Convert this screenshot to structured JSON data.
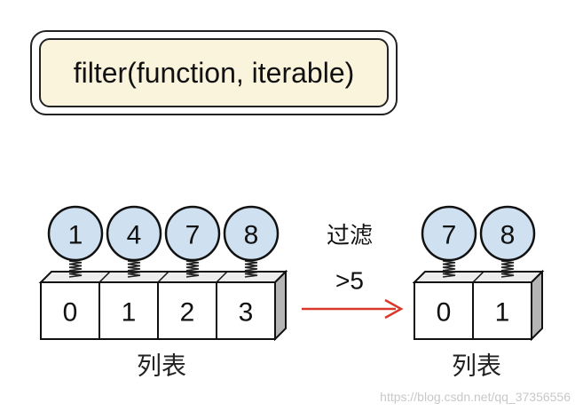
{
  "title": "filter(function, iterable)",
  "left_list": {
    "values": [
      "1",
      "4",
      "7",
      "8"
    ],
    "indices": [
      "0",
      "1",
      "2",
      "3"
    ],
    "caption": "列表"
  },
  "operation": {
    "label": "过滤",
    "condition": ">5"
  },
  "right_list": {
    "values": [
      "7",
      "8"
    ],
    "indices": [
      "0",
      "1"
    ],
    "caption": "列表"
  },
  "watermark": "https://blog.csdn.net/qq_37356556",
  "colors": {
    "balloon_fill": "#cfe0f0",
    "arrow": "#d8392b",
    "title_bg": "#fbf4dd",
    "box_side": "#b5b5b5",
    "box_top": "#ededed"
  }
}
